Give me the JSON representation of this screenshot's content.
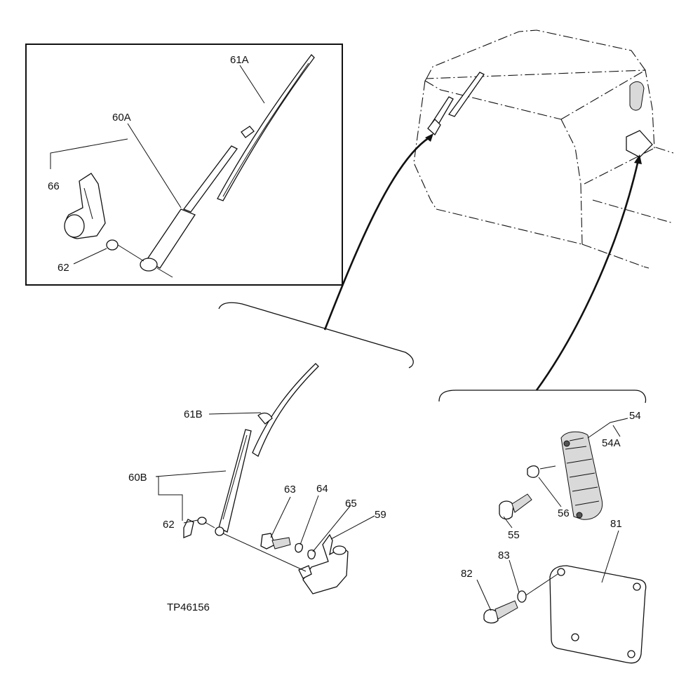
{
  "figure_id": "TP46156",
  "labels": {
    "p54": "54",
    "p54a": "54A",
    "p55": "55",
    "p56": "56",
    "p59": "59",
    "p60a": "60A",
    "p60b": "60B",
    "p61a": "61A",
    "p61b": "61B",
    "p62_inset": "62",
    "p62": "62",
    "p63": "63",
    "p64": "64",
    "p65": "65",
    "p66": "66",
    "p81": "81",
    "p82": "82",
    "p83": "83"
  },
  "colors": {
    "line": "#111111",
    "background": "#ffffff"
  }
}
